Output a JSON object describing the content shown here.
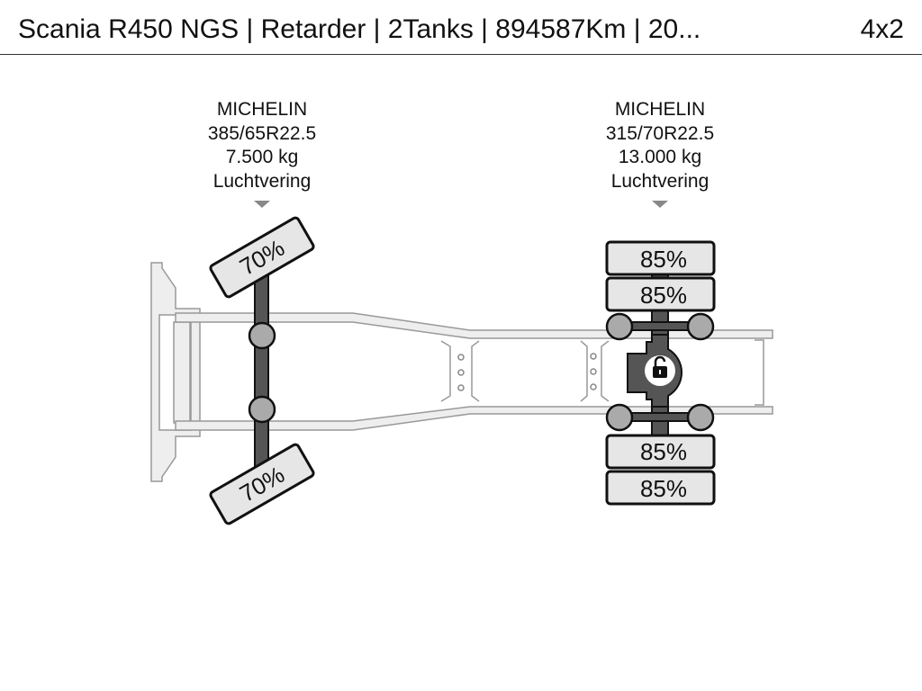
{
  "header": {
    "title": "Scania R450 NGS | Retarder | 2Tanks | 894587Km | 20...",
    "axle_config": "4x2"
  },
  "axles": [
    {
      "brand": "MICHELIN",
      "tire_size": "385/65R22.5",
      "load": "7.500 kg",
      "suspension": "Luchtvering",
      "tires": [
        "70%",
        "70%"
      ]
    },
    {
      "brand": "MICHELIN",
      "tire_size": "315/70R22.5",
      "load": "13.000 kg",
      "suspension": "Luchtvering",
      "tires": [
        "85%",
        "85%",
        "85%",
        "85%"
      ]
    }
  ],
  "icons": {
    "differential_lock": "unlocked-padlock-icon"
  }
}
